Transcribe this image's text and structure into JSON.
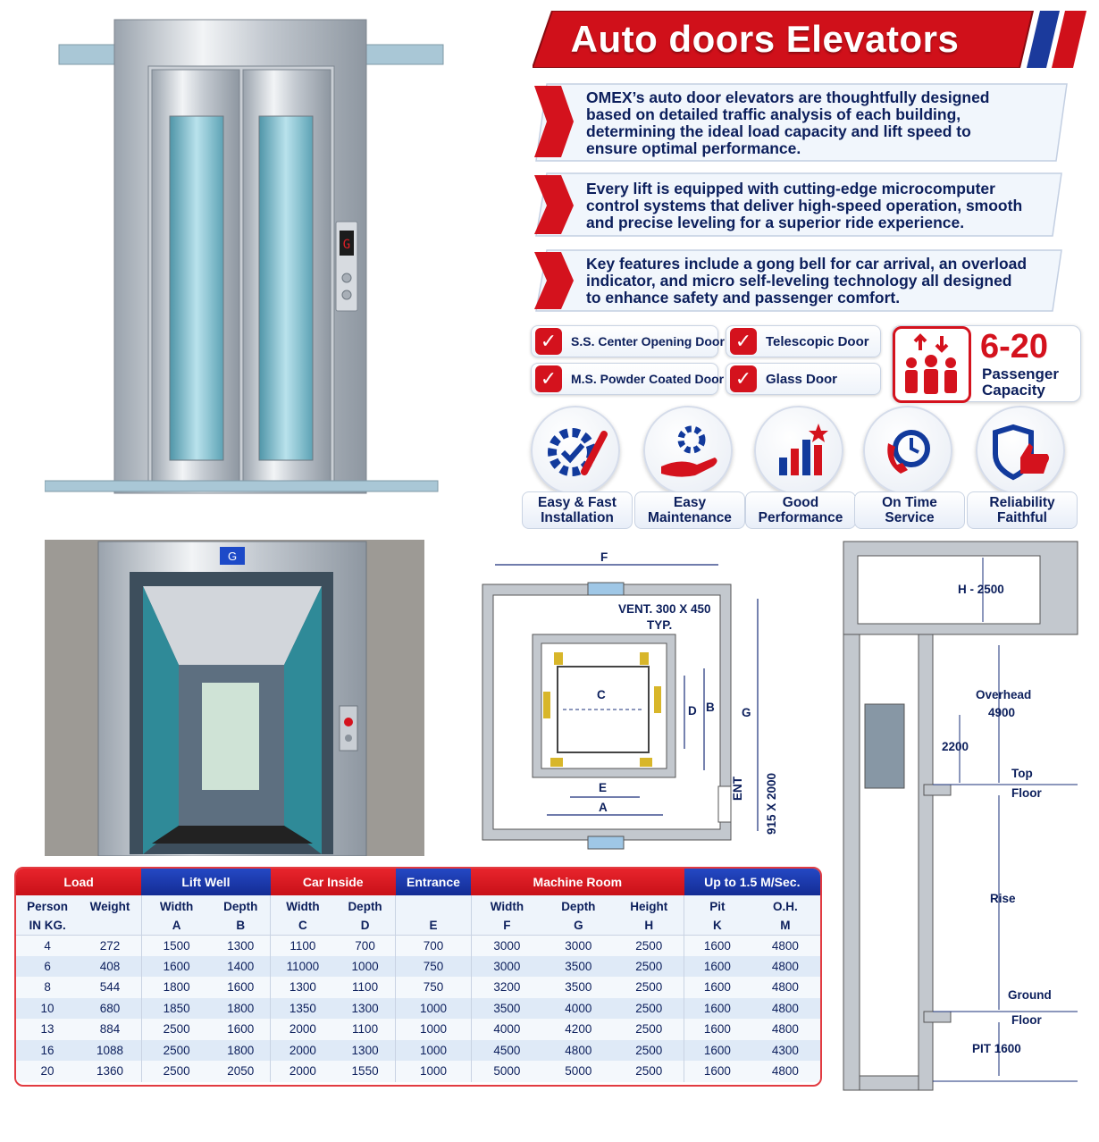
{
  "title": "Auto doors Elevators",
  "info": [
    {
      "lines": [
        "OMEX’s auto door elevators are thoughtfully designed",
        "based on detailed traffic analysis of each building,",
        "determining the ideal load capacity and lift speed to",
        "ensure optimal performance."
      ]
    },
    {
      "lines": [
        "Every lift is equipped with cutting-edge microcomputer",
        "control systems that deliver high-speed operation, smooth",
        "and precise leveling for a superior ride experience."
      ]
    },
    {
      "lines": [
        "Key features include a gong bell for car arrival, an overload",
        "indicator, and micro self-leveling technology all designed",
        "to enhance safety and passenger comfort."
      ]
    }
  ],
  "door_types": [
    "S.S. Center Opening Door",
    "Telescopic Door",
    "M.S. Powder Coated Door",
    "Glass Door"
  ],
  "capacity": {
    "range": "6-20",
    "line1": "Passenger",
    "line2": "Capacity"
  },
  "features": [
    {
      "icon": "gear-wrench-icon",
      "line1": "Easy & Fast",
      "line2": "Installation"
    },
    {
      "icon": "hand-gear-icon",
      "line1": "Easy",
      "line2": "Maintenance"
    },
    {
      "icon": "bar-chart-star-icon",
      "line1": "Good",
      "line2": "Performance"
    },
    {
      "icon": "clock-phone-icon",
      "line1": "On Time",
      "line2": "Service"
    },
    {
      "icon": "shield-thumbs-up-icon",
      "line1": "Reliability",
      "line2": "Faithful"
    }
  ],
  "elevator_indicators": {
    "floor_top": "G",
    "floor_cabin": "G"
  },
  "plan_labels": {
    "F": "F",
    "vent": "VENT. 300 X 450",
    "typ": "TYP.",
    "C": "C",
    "D": "D",
    "B": "B",
    "G": "G",
    "E": "E",
    "A": "A",
    "ent": "ENT",
    "ent_size": "915 X 2000"
  },
  "section_labels": {
    "h": "H - 2500",
    "overhead": "Overhead",
    "overhead_val": "4900",
    "door_h": "2200",
    "top": "Top",
    "floor1": "Floor",
    "rise": "Rise",
    "ground": "Ground",
    "floor2": "Floor",
    "pit": "PIT 1600"
  },
  "table": {
    "groups": [
      {
        "label": "Load",
        "color": "red",
        "span": 2
      },
      {
        "label": "Lift Well",
        "color": "blue",
        "span": 2
      },
      {
        "label": "Car Inside",
        "color": "red",
        "span": 2
      },
      {
        "label": "Entrance",
        "color": "blue",
        "span": 1
      },
      {
        "label": "Machine Room",
        "color": "red",
        "span": 3
      },
      {
        "label": "Up to 1.5 M/Sec.",
        "color": "blue",
        "span": 2
      }
    ],
    "subheaders": [
      "Person",
      "Weight",
      "Width",
      "Depth",
      "Width",
      "Depth",
      "",
      "Width",
      "Depth",
      "Height",
      "Pit",
      "O.H."
    ],
    "letters": [
      "IN KG.",
      "",
      "A",
      "B",
      "C",
      "D",
      "E",
      "F",
      "G",
      "H",
      "K",
      "M"
    ],
    "rows": [
      [
        "4",
        "272",
        "1500",
        "1300",
        "1100",
        "700",
        "700",
        "3000",
        "3000",
        "2500",
        "1600",
        "4800"
      ],
      [
        "6",
        "408",
        "1600",
        "1400",
        "11000",
        "1000",
        "750",
        "3000",
        "3500",
        "2500",
        "1600",
        "4800"
      ],
      [
        "8",
        "544",
        "1800",
        "1600",
        "1300",
        "1100",
        "750",
        "3200",
        "3500",
        "2500",
        "1600",
        "4800"
      ],
      [
        "10",
        "680",
        "1850",
        "1800",
        "1350",
        "1300",
        "1000",
        "3500",
        "4000",
        "2500",
        "1600",
        "4800"
      ],
      [
        "13",
        "884",
        "2500",
        "1600",
        "2000",
        "1100",
        "1000",
        "4000",
        "4200",
        "2500",
        "1600",
        "4800"
      ],
      [
        "16",
        "1088",
        "2500",
        "1800",
        "2000",
        "1300",
        "1000",
        "4500",
        "4800",
        "2500",
        "1600",
        "4300"
      ],
      [
        "20",
        "1360",
        "2500",
        "2050",
        "2000",
        "1550",
        "1000",
        "5000",
        "5000",
        "2500",
        "1600",
        "4800"
      ]
    ]
  }
}
